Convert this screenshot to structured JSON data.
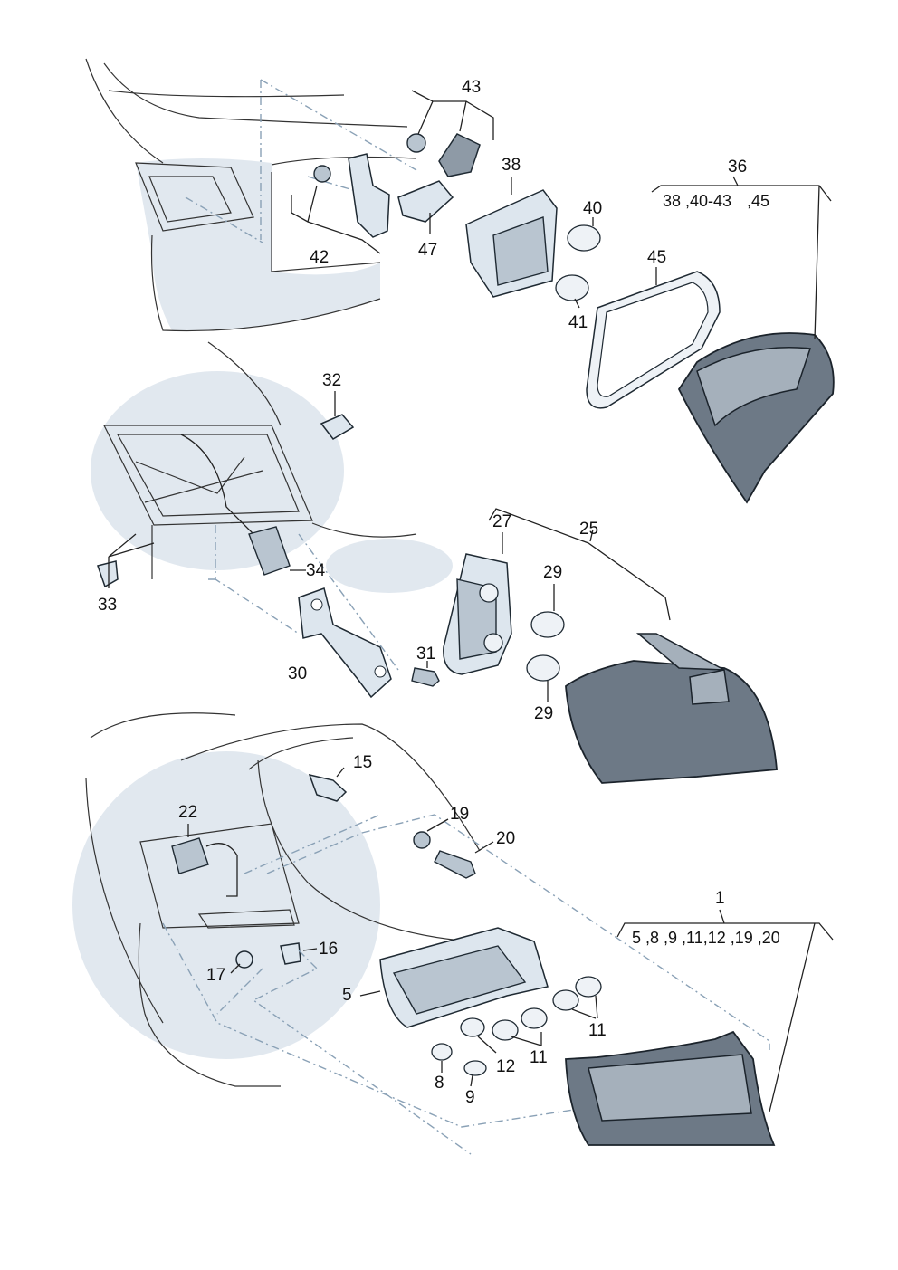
{
  "labels": {
    "p1": "1",
    "p1_group": "5 ,8 ,9 ,11,12 ,19 ,20",
    "p5": "5",
    "p8": "8",
    "p9": "9",
    "p11a": "11",
    "p11b": "11",
    "p12": "12",
    "p15": "15",
    "p16": "16",
    "p17": "17",
    "p19": "19",
    "p20": "20",
    "p22": "22",
    "p25": "25",
    "p27": "27",
    "p29a": "29",
    "p29b": "29",
    "p30": "30",
    "p31": "31",
    "p32": "32",
    "p33": "33",
    "p34": "34",
    "p36": "36",
    "p36_group_a": "38 ,40-43",
    "p36_group_b": ",45",
    "p38": "38",
    "p40": "40",
    "p41": "41",
    "p42": "42",
    "p43": "43",
    "p45": "45",
    "p47": "47"
  },
  "colors": {
    "lamp_housing": "#6d7986",
    "part_fill": "#dde6ee",
    "body_shade": "#c9d6e2",
    "dash_line": "#8aa1b6"
  }
}
